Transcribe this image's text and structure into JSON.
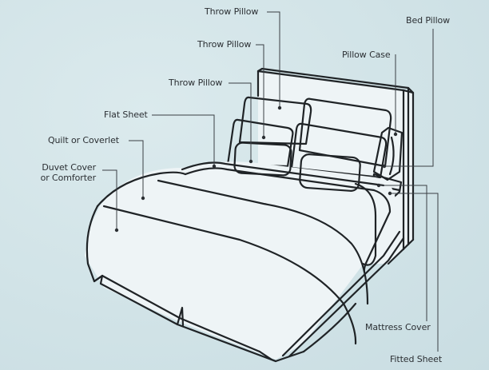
{
  "diagram": {
    "title": "Bed bedding layers",
    "background_color": "#d3e4e8",
    "line_color": "#1f2326",
    "labels": [
      {
        "id": "throw_pillow_back",
        "text": "Throw Pillow"
      },
      {
        "id": "throw_pillow_middle",
        "text": "Throw Pillow"
      },
      {
        "id": "throw_pillow_front",
        "text": "Throw Pillow"
      },
      {
        "id": "bed_pillow",
        "text": "Bed Pillow"
      },
      {
        "id": "pillow_case",
        "text": "Pillow Case"
      },
      {
        "id": "flat_sheet",
        "text": "Flat Sheet"
      },
      {
        "id": "quilt_or_coverlet",
        "text": "Quilt or Coverlet"
      },
      {
        "id": "duvet_cover_line1",
        "text": "Duvet Cover"
      },
      {
        "id": "duvet_cover_line2",
        "text": "or Comforter"
      },
      {
        "id": "mattress_cover",
        "text": "Mattress Cover"
      },
      {
        "id": "fitted_sheet",
        "text": "Fitted Sheet"
      }
    ]
  }
}
